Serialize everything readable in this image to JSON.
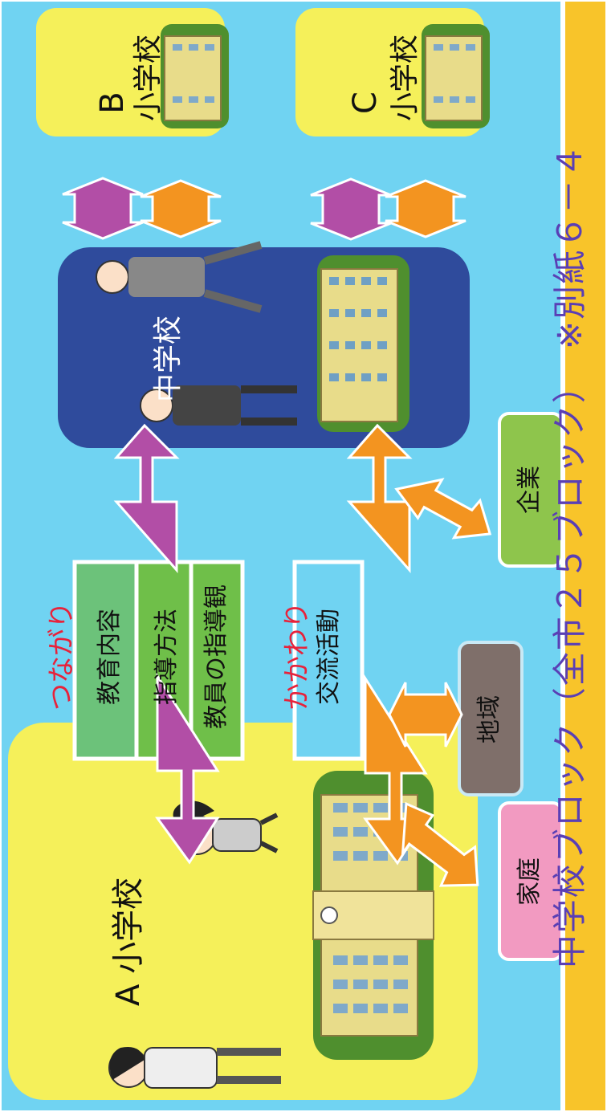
{
  "schools": {
    "a": "A 小学校",
    "b_letter": "B",
    "b_name": "小学校",
    "c_letter": "C",
    "c_name": "小学校",
    "middle": "中学校"
  },
  "connection": {
    "heading": "つながり",
    "items": [
      "教育内容",
      "指導方法",
      "教員の指導観"
    ]
  },
  "involvement": {
    "heading": "かかわり",
    "item": "交流活動"
  },
  "community": {
    "home": "家庭",
    "region": "地域",
    "company": "企業"
  },
  "footer": {
    "caption": "中学校ブロック（全市２５ブロック）　※別紙６－４"
  },
  "colors": {
    "background": "#70d3f2",
    "school_panel": "#f5f05a",
    "middle_panel": "#2f4b9c",
    "purple_arrow": "#b24ea6",
    "orange_arrow": "#f39420",
    "footer_band": "#f8c42a"
  }
}
